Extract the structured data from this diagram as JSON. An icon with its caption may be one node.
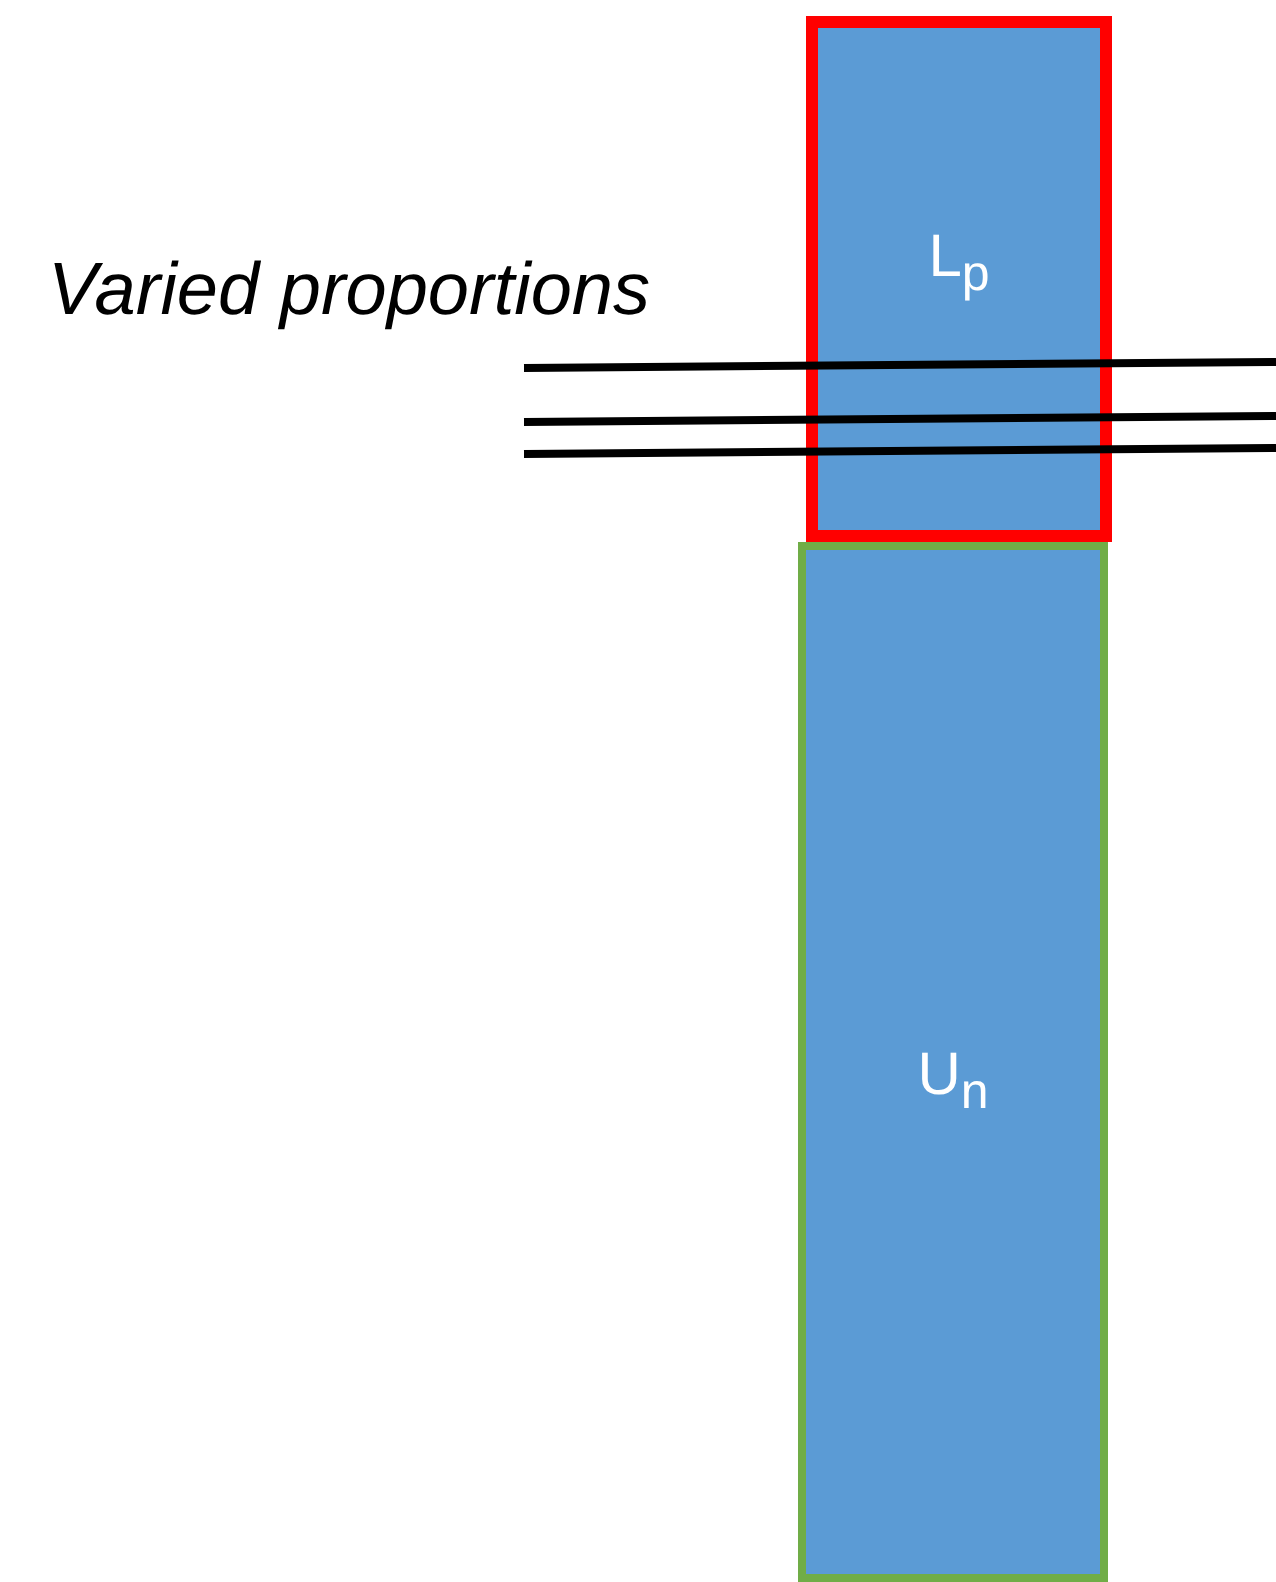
{
  "diagram": {
    "nodes": [
      {
        "text": [
          "L$_{p}$"
        ]
      },
      {
        "text": [
          "U$_{n}$"
        ]
      }
    ],
    "labels": [
      "Varied proportions"
    ]
  }
}
